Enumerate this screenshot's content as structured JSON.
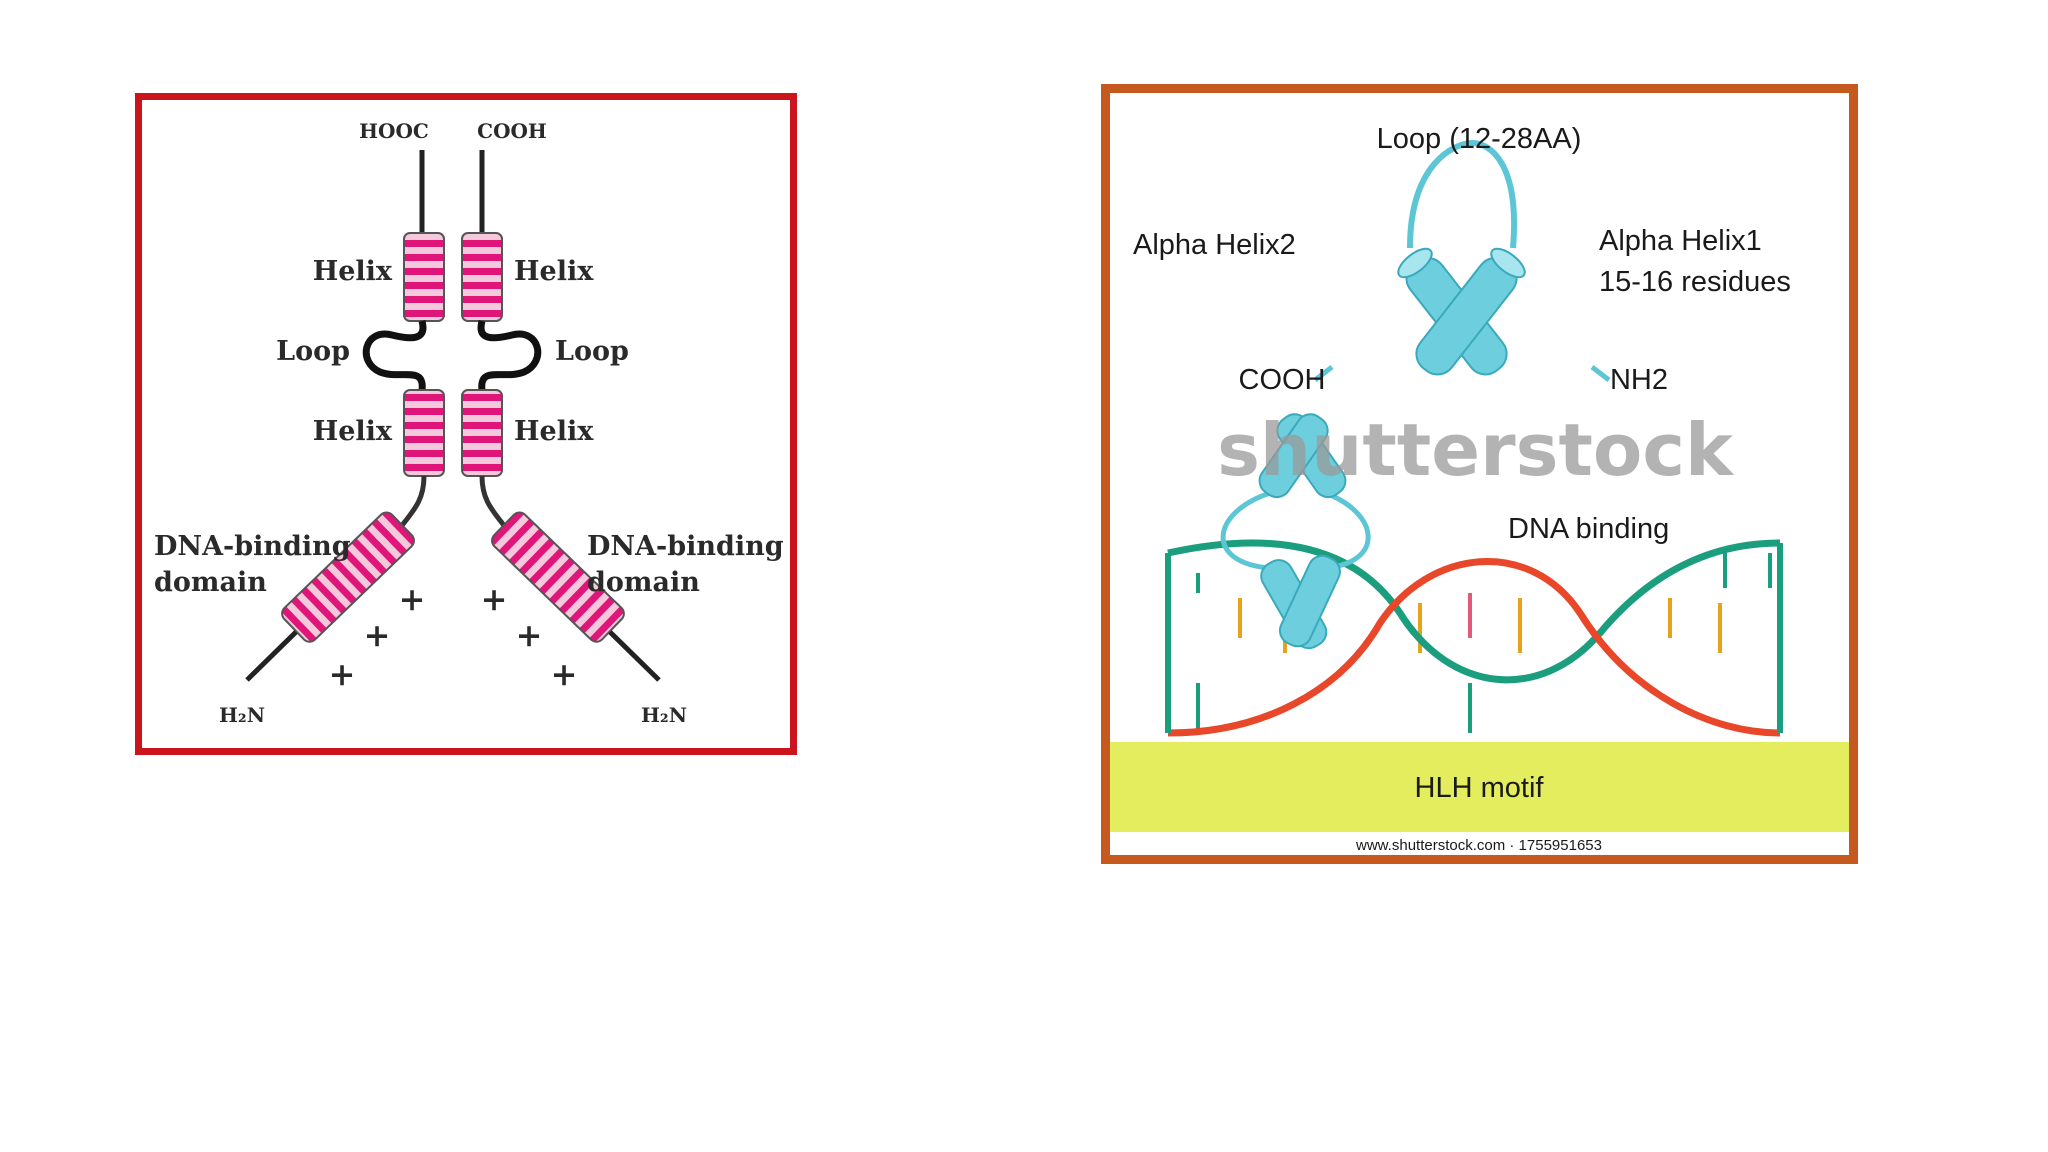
{
  "left_diagram": {
    "hooc": "HOOC",
    "cooh": "COOH",
    "helix_tl": "Helix",
    "helix_tr": "Helix",
    "loop_l": "Loop",
    "loop_r": "Loop",
    "helix_bl": "Helix",
    "helix_br": "Helix",
    "dna_l_1": "DNA-binding",
    "dna_l_2": "domain",
    "dna_r_1": "DNA-binding",
    "dna_r_2": "domain",
    "plus": "+",
    "h2n_l": "H₂N",
    "h2n_r": "H₂N",
    "colors": {
      "frame": "#cc141c",
      "stripe": "#e0157a",
      "helix_light": "#f5c9dc"
    }
  },
  "right_diagram": {
    "loop_label": "Loop (12-28AA)",
    "helix2_label": "Alpha Helix2",
    "helix1_label_1": "Alpha Helix1",
    "helix1_label_2": "15-16 residues",
    "cooh_label": "COOH",
    "nh2_label": "NH2",
    "watermark": "shutterstock",
    "dna_binding_label": "DNA binding",
    "motif_label": "HLH motif",
    "footer": "www.shutterstock.com · 1755951653",
    "colors": {
      "frame": "#c65a1e",
      "helix": "#5cc6d6",
      "band": "#e3ed5d",
      "dna_green": "#1a9e7e",
      "dna_red": "#e8472a"
    }
  }
}
